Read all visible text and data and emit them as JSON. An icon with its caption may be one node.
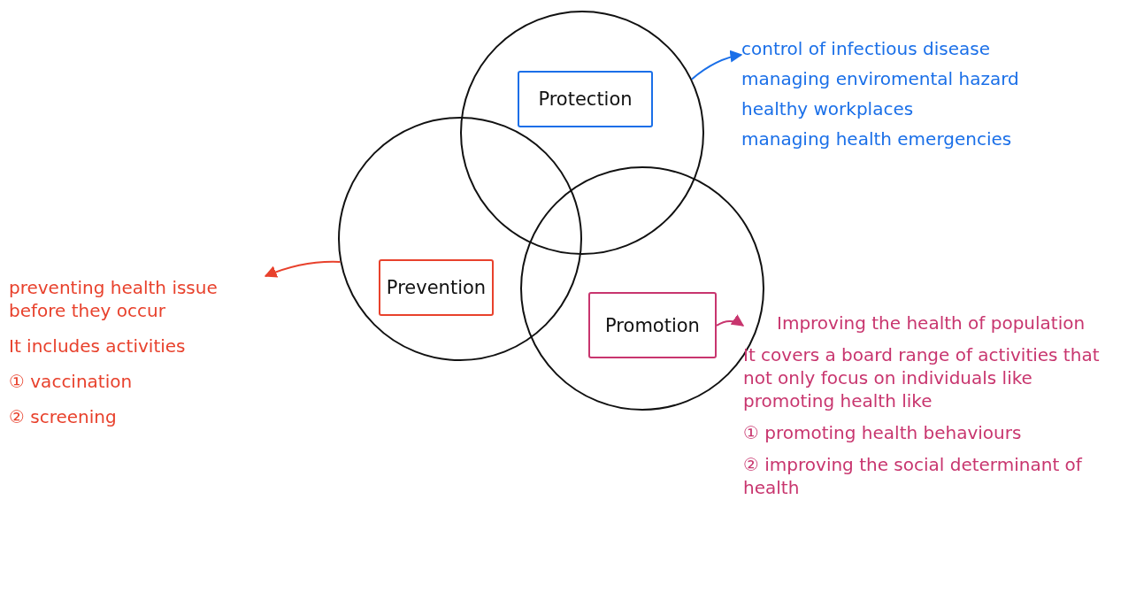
{
  "diagram": {
    "nodes": [
      {
        "text": [],
        "shape": "circle"
      },
      {
        "text": [
          "Protection"
        ],
        "in": 0
      },
      {
        "text": [],
        "shape": "circle"
      },
      {
        "text": [
          "Prevention"
        ],
        "in": 2
      },
      {
        "text": [],
        "shape": "circle"
      },
      {
        "text": [
          "Promotion"
        ],
        "in": 4
      },
      {
        "text": [
          "control of infectious disease",
          "managing enviromental hazard",
          "healthy workplaces",
          "managing health emergencies"
        ]
      },
      {
        "text": [
          "preventing health issue before they occur",
          "It includes activities",
          "① vaccination",
          "② screening"
        ]
      },
      {
        "text": [
          "Improving the health of population",
          "It covers a board range of activities that not only focus on individuals like promoting health like",
          "① promoting health behaviours",
          "② improving the social determinant of health"
        ]
      }
    ],
    "edges": [
      {
        "from": 0,
        "to": 6,
        "arrow": "to",
        "color": "#1a6fe8"
      },
      {
        "from": 2,
        "to": 7,
        "arrow": "to",
        "color": "#e8412c"
      },
      {
        "from": 5,
        "to": 8,
        "arrow": "to",
        "color": "#c8356e"
      }
    ]
  }
}
